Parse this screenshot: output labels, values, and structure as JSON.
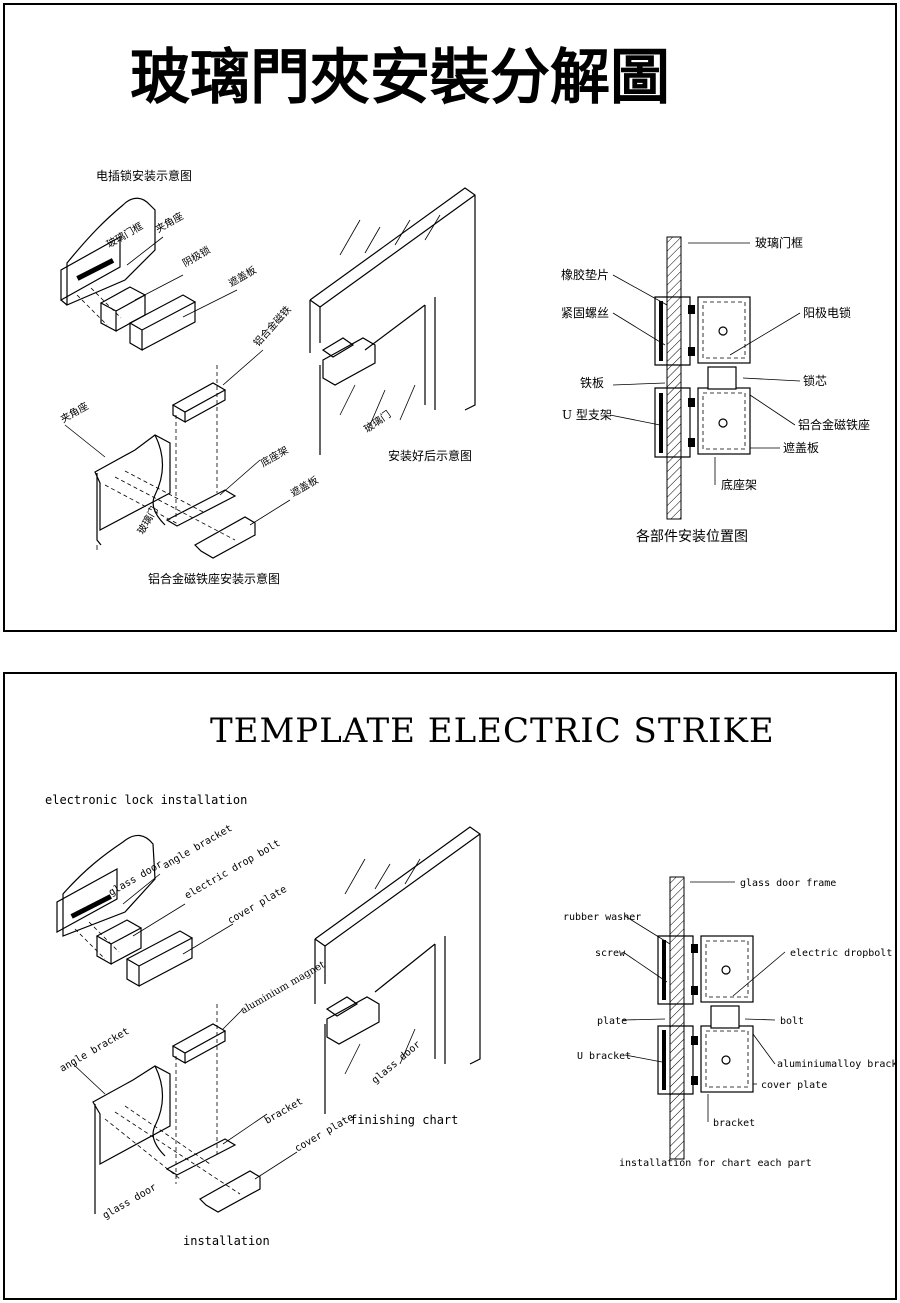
{
  "top": {
    "title": "玻璃門夾安裝分解圖",
    "exploded": {
      "title": "电插锁安装示意图",
      "glass_door_frame": "玻璃门框",
      "angle_seat": "夹角座",
      "drop_bolt": "阴极锁",
      "cover_plate": "遮盖板",
      "alu_magnet": "铝合金磁铁",
      "angle_clamp": "夹角座",
      "bracket": "底座架",
      "cover_plate_2": "遮盖板",
      "glass_door": "玻璃门",
      "caption": "铝合金磁铁座安装示意图"
    },
    "finished": {
      "glass_door": "玻璃门",
      "caption": "安装好后示意图"
    },
    "section": {
      "glass_door_frame": "玻璃门框",
      "rubber_washer": "橡胶垫片",
      "screw": "紧固螺丝",
      "drop_bolt": "阳极电锁",
      "plate": "铁板",
      "bolt": "锁芯",
      "u_bracket": "U 型支架",
      "alu_seat": "铝合金磁铁座",
      "cover_plate": "遮盖板",
      "bracket": "底座架",
      "caption": "各部件安装位置图"
    }
  },
  "bottom": {
    "title": "TEMPLATE ELECTRIC STRIKE",
    "exploded": {
      "title": "electronic lock installation",
      "glass_door": "glass door",
      "angle_bracket": "angle bracket",
      "drop_bolt": "electric drop bolt",
      "cover_plate": "cover plate",
      "alu_magnet": "aluminium magnet",
      "angle_bracket_2": "angle bracket",
      "bracket": "bracket",
      "cover_plate_2": "cover plate",
      "glass_door_2": "glass door",
      "caption": "installation"
    },
    "finished": {
      "glass_door": "glass door",
      "caption": "finishing chart"
    },
    "section": {
      "glass_door_frame": "glass door frame",
      "rubber_washer": "rubber washer",
      "screw": "screw",
      "drop_bolt": "electric dropbolt",
      "plate": "plate",
      "bolt": "bolt",
      "u_bracket": "U  bracket",
      "alu_bracket": "aluminiumalloy bracket",
      "cover_plate": "cover plate",
      "bracket": "bracket",
      "caption": "installation for chart each part"
    }
  }
}
